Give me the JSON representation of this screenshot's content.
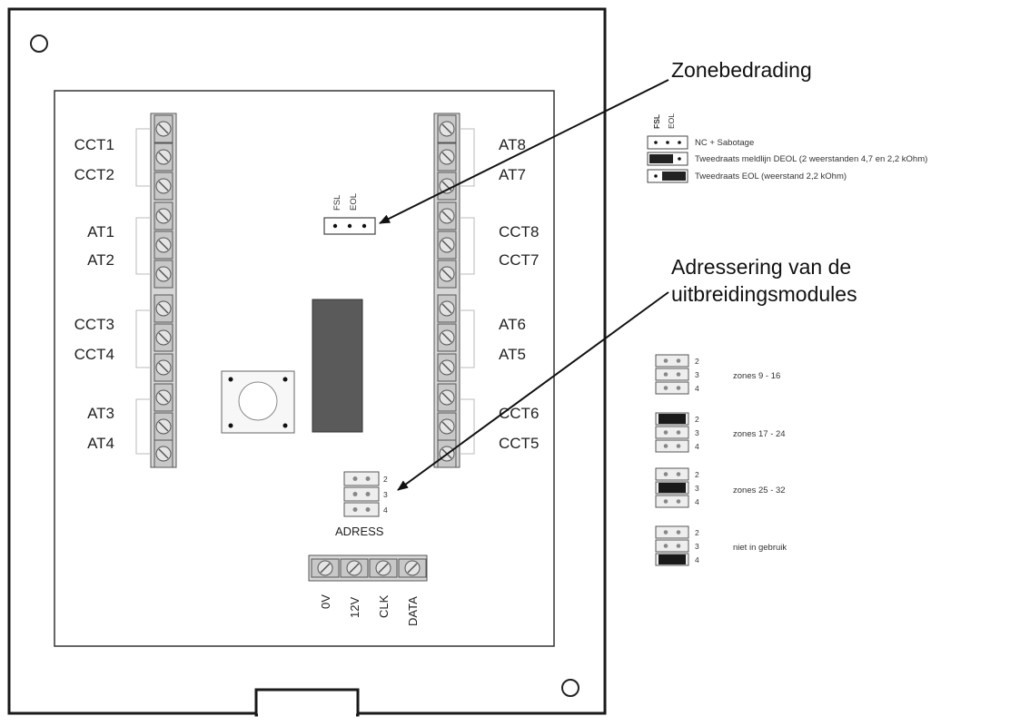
{
  "callouts": {
    "zone_wiring": "Zonebedrading",
    "addressing_line1": "Adressering van de",
    "addressing_line2": "uitbreidingsmodules"
  },
  "left_terminals": [
    "CCT1",
    "CCT2",
    "AT1",
    "AT2",
    "CCT3",
    "CCT4",
    "AT3",
    "AT4"
  ],
  "right_terminals": [
    "AT8",
    "AT7",
    "CCT8",
    "CCT7",
    "AT6",
    "AT5",
    "CCT6",
    "CCT5"
  ],
  "jumper": {
    "fsl": "FSL",
    "eol": "EOL"
  },
  "address_block": {
    "label": "ADRESS",
    "pins": [
      "2",
      "3",
      "4"
    ]
  },
  "bottom_terminals": [
    "0V",
    "12V",
    "CLK",
    "DATA"
  ],
  "legend": {
    "fsl": "FSL",
    "eol": "EOL",
    "rows": [
      "NC + Sabotage",
      "Tweedraats meldlijn DEOL (2 weerstanden 4,7 en 2,2 kOhm)",
      "Tweedraats EOL (weerstand 2,2 kOhm)"
    ]
  },
  "zones": {
    "pins": [
      "2",
      "3",
      "4"
    ],
    "rows": [
      "zones 9 - 16",
      "zones 17 - 24",
      "zones 25 - 32",
      "niet in gebruik"
    ]
  }
}
